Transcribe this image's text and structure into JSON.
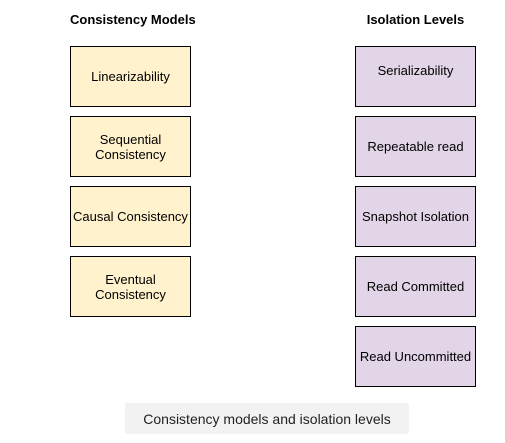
{
  "columns": {
    "left": {
      "title": "Consistency Models",
      "items": [
        "Linearizability",
        "Sequential Consistency",
        "Causal Consistency",
        "Eventual Consistency"
      ]
    },
    "right": {
      "title": "Isolation Levels",
      "items": [
        "Serializability",
        "Repeatable read",
        "Snapshot Isolation",
        "Read Committed",
        "Read Uncommitted"
      ]
    }
  },
  "caption": "Consistency models and isolation levels",
  "colors": {
    "consistency_fill": "#fff2cc",
    "isolation_fill": "#e1d5e7",
    "border": "#000000",
    "caption_bg": "#f2f2f2"
  }
}
